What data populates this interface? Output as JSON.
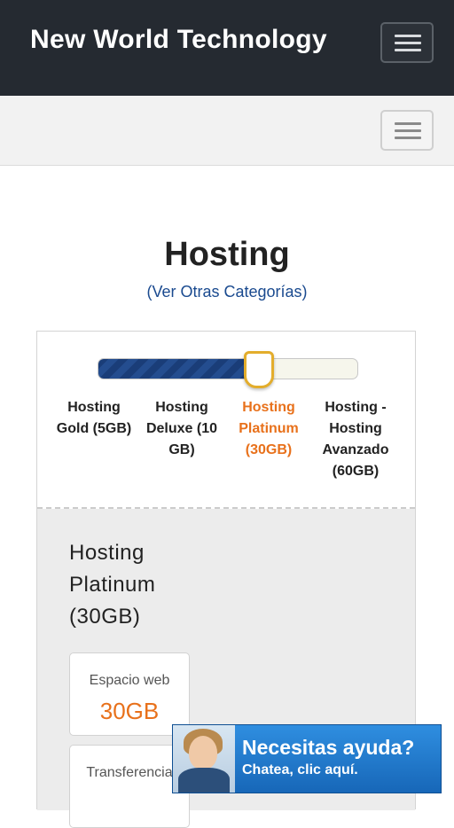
{
  "header": {
    "brand": "New World Technology",
    "menu_icon": "hamburger-icon"
  },
  "subnav": {
    "menu_icon": "hamburger-icon"
  },
  "page": {
    "title": "Hosting",
    "category_link": "(Ver Otras Categorías)"
  },
  "plan_selector": {
    "selected_index": 2,
    "selected_fraction": 0.62,
    "fill_color": "#1a3d78",
    "handle_color": "#e3ad2c",
    "active_color": "#e8711b",
    "steps": [
      {
        "label": "Hosting Gold (5GB)"
      },
      {
        "label": "Hosting Deluxe (10 GB)"
      },
      {
        "label": "Hosting Platinum (30GB)"
      },
      {
        "label": "Hosting - Hosting Avanzado (60GB)"
      }
    ]
  },
  "plan_detail": {
    "name": "Hosting Platinum (30GB)",
    "specs": [
      {
        "label": "Espacio web",
        "value": "30GB"
      },
      {
        "label": "Transferencia",
        "value": ""
      }
    ]
  },
  "chat_widget": {
    "title": "Necesitas ayuda?",
    "subtitle": "Chatea, clic aquí.",
    "accent": "#1f7bd0"
  }
}
